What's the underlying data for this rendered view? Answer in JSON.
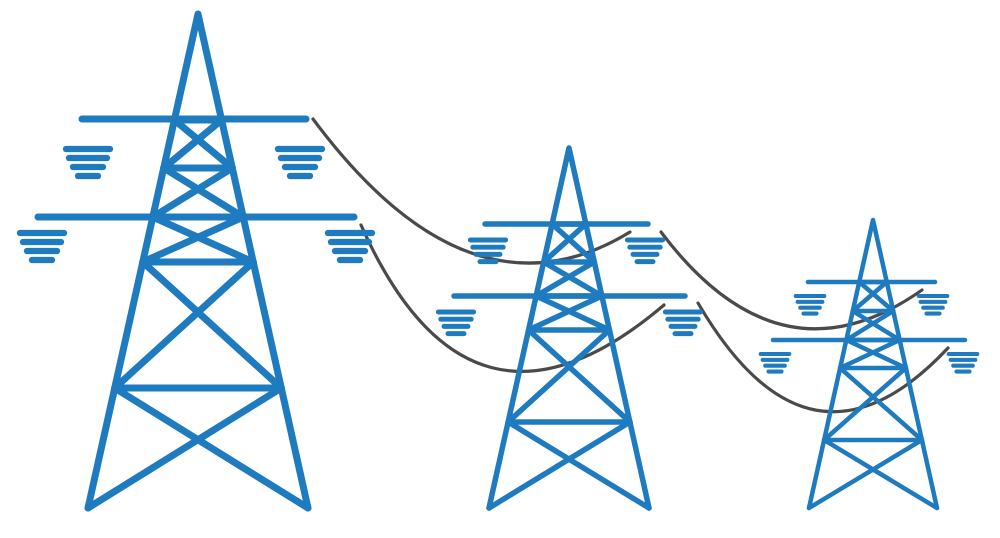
{
  "scene": {
    "subject": "electricity-transmission-towers",
    "tower_count": 3
  },
  "colors": {
    "background": "#ffffff",
    "tower": "#1e7bc0",
    "cable": "#4a4a4a"
  },
  "icons": {
    "tower": "pylon-icon",
    "insulator": "insulator-icon",
    "cable": "power-line"
  }
}
